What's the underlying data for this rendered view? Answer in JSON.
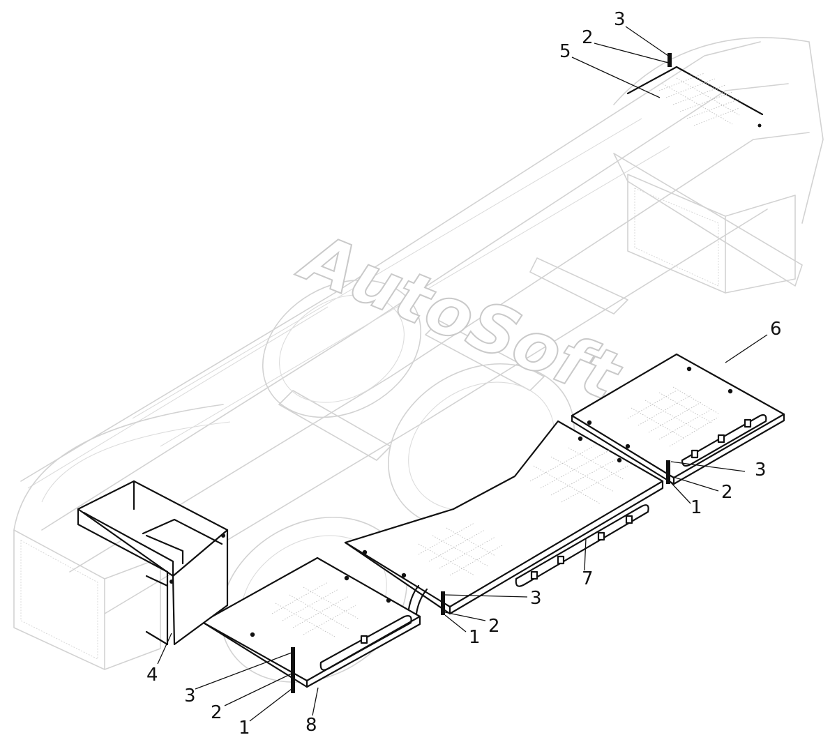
{
  "watermark": "AutoSoft",
  "callouts": {
    "top_3": "3",
    "top_2": "2",
    "top_5": "5",
    "right_6": "6",
    "right_3": "3",
    "right_2": "2",
    "right_1": "1",
    "mid_3": "3",
    "mid_7": "7",
    "mid_2": "2",
    "mid_1": "1",
    "left_4": "4",
    "left_3": "3",
    "left_2": "2",
    "left_1": "1",
    "left_8": "8"
  },
  "colors": {
    "part_outline": "#111111",
    "ghost_frame": "#d2d2d2",
    "watermark_outline": "#c9c9c9"
  }
}
